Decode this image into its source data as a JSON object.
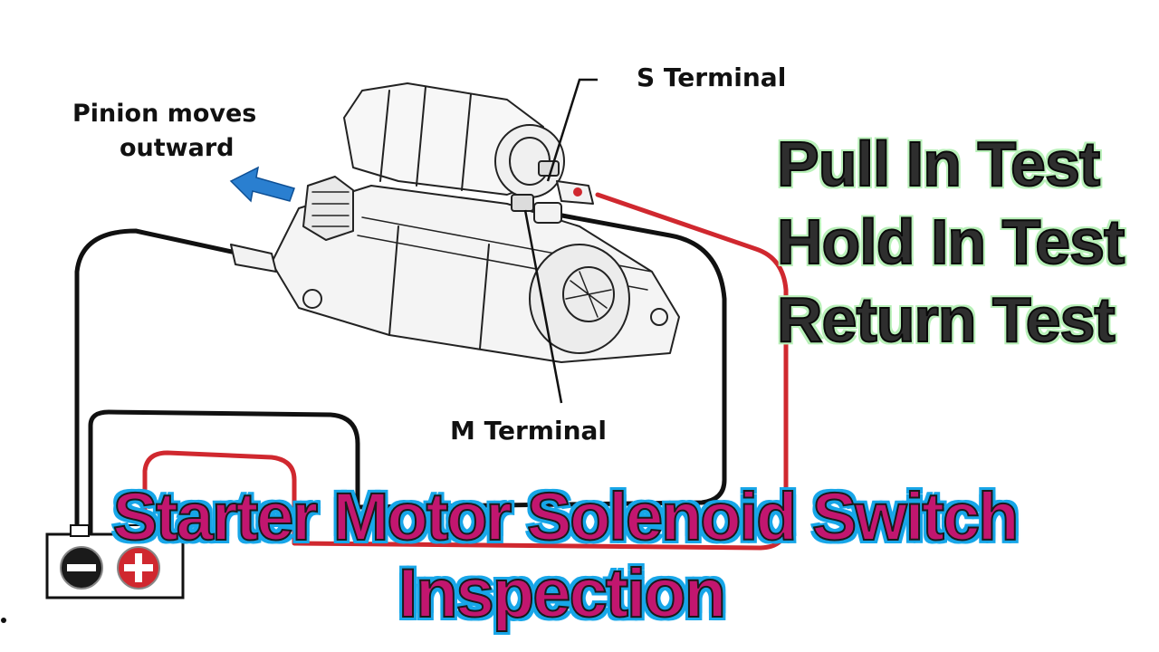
{
  "labels": {
    "pinion_line1": "Pinion moves",
    "pinion_line2": "outward",
    "s_terminal": "S Terminal",
    "m_terminal": "M Terminal"
  },
  "tests": {
    "line1": "Pull In Test",
    "line2": "Hold In Test",
    "line3": "Return Test"
  },
  "title": {
    "line1": "Starter Motor Solenoid Switch",
    "line2": "Inspection"
  },
  "colors": {
    "wire_black": "#111111",
    "wire_red": "#d0282f",
    "arrow_blue": "#2a7fd0",
    "title_fill": "#c2166f",
    "title_outline": "#17a6e8",
    "tests_glow": "#b9f0b9"
  },
  "icons": {
    "battery_negative": "minus-terminal-icon",
    "battery_positive": "plus-terminal-icon"
  }
}
